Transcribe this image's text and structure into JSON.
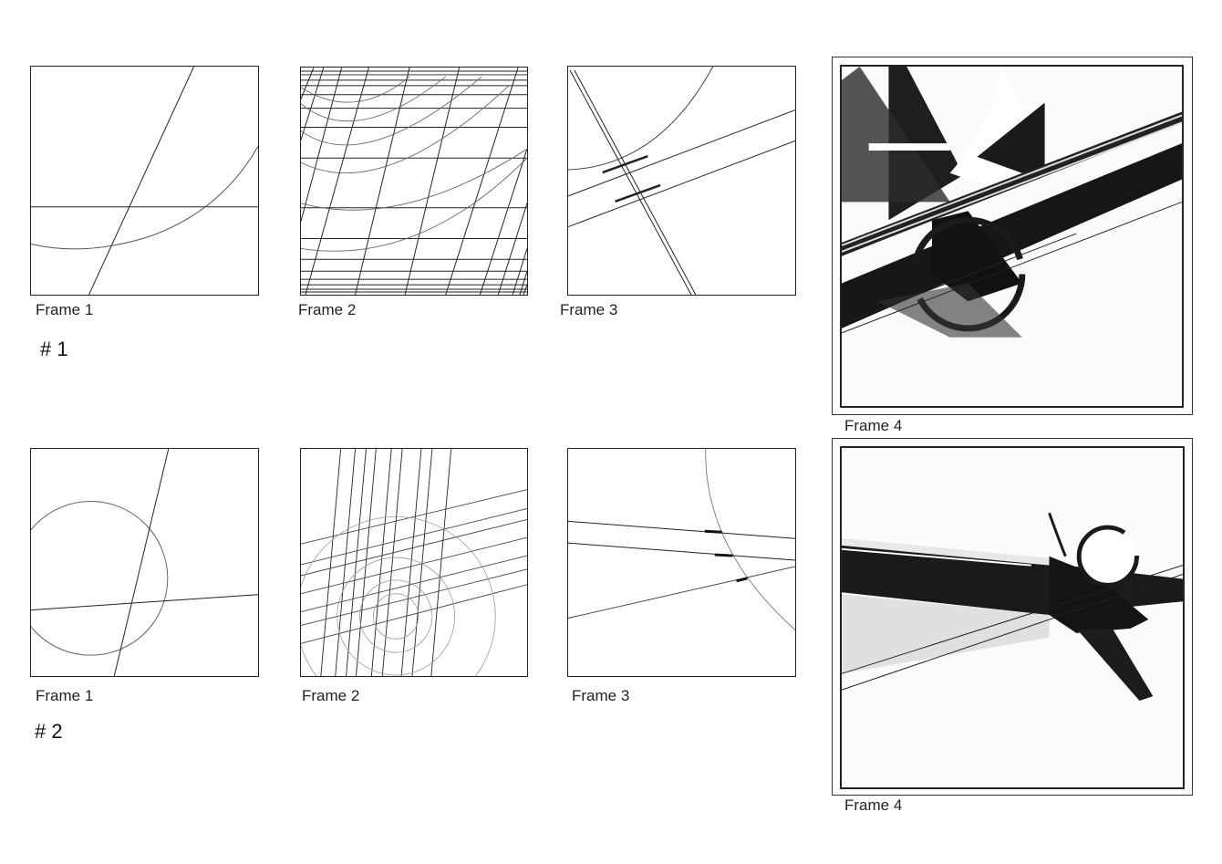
{
  "sets": [
    {
      "id": "#1",
      "label": "# 1",
      "frames": [
        {
          "label": "Frame 1"
        },
        {
          "label": "Frame 2"
        },
        {
          "label": "Frame 3"
        },
        {
          "label": "Frame 4"
        }
      ]
    },
    {
      "id": "#2",
      "label": "# 2",
      "frames": [
        {
          "label": "Frame 1"
        },
        {
          "label": "Frame 2"
        },
        {
          "label": "Frame 3"
        },
        {
          "label": "Frame 4"
        }
      ]
    }
  ],
  "colors": {
    "ink": "#1a1a1a",
    "hatch": "#111111",
    "pencil": "#555555",
    "paper": "#ffffff"
  }
}
